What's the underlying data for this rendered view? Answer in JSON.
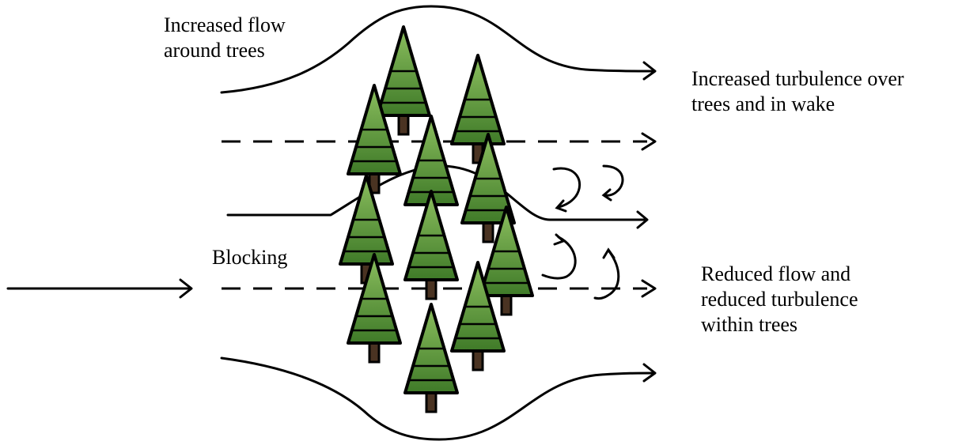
{
  "labels": {
    "increased_flow_line1": "Increased  flow",
    "increased_flow_line2": "around trees",
    "increased_turbulence_line1": "Increased turbulence over",
    "increased_turbulence_line2": "trees and in wake",
    "blocking": "Blocking",
    "reduced_flow_line1": "Reduced flow and",
    "reduced_flow_line2": "reduced  turbulence",
    "reduced_flow_line3": "within trees"
  },
  "colors": {
    "foliage_light": "#8cbf5f",
    "foliage_dark": "#3f7a28",
    "trunk": "#4a3322",
    "outline": "#000000"
  },
  "icons": {
    "tree": "conifer-tree-icon",
    "arrow": "arrowhead-icon",
    "eddy": "curved-arrow-icon"
  }
}
